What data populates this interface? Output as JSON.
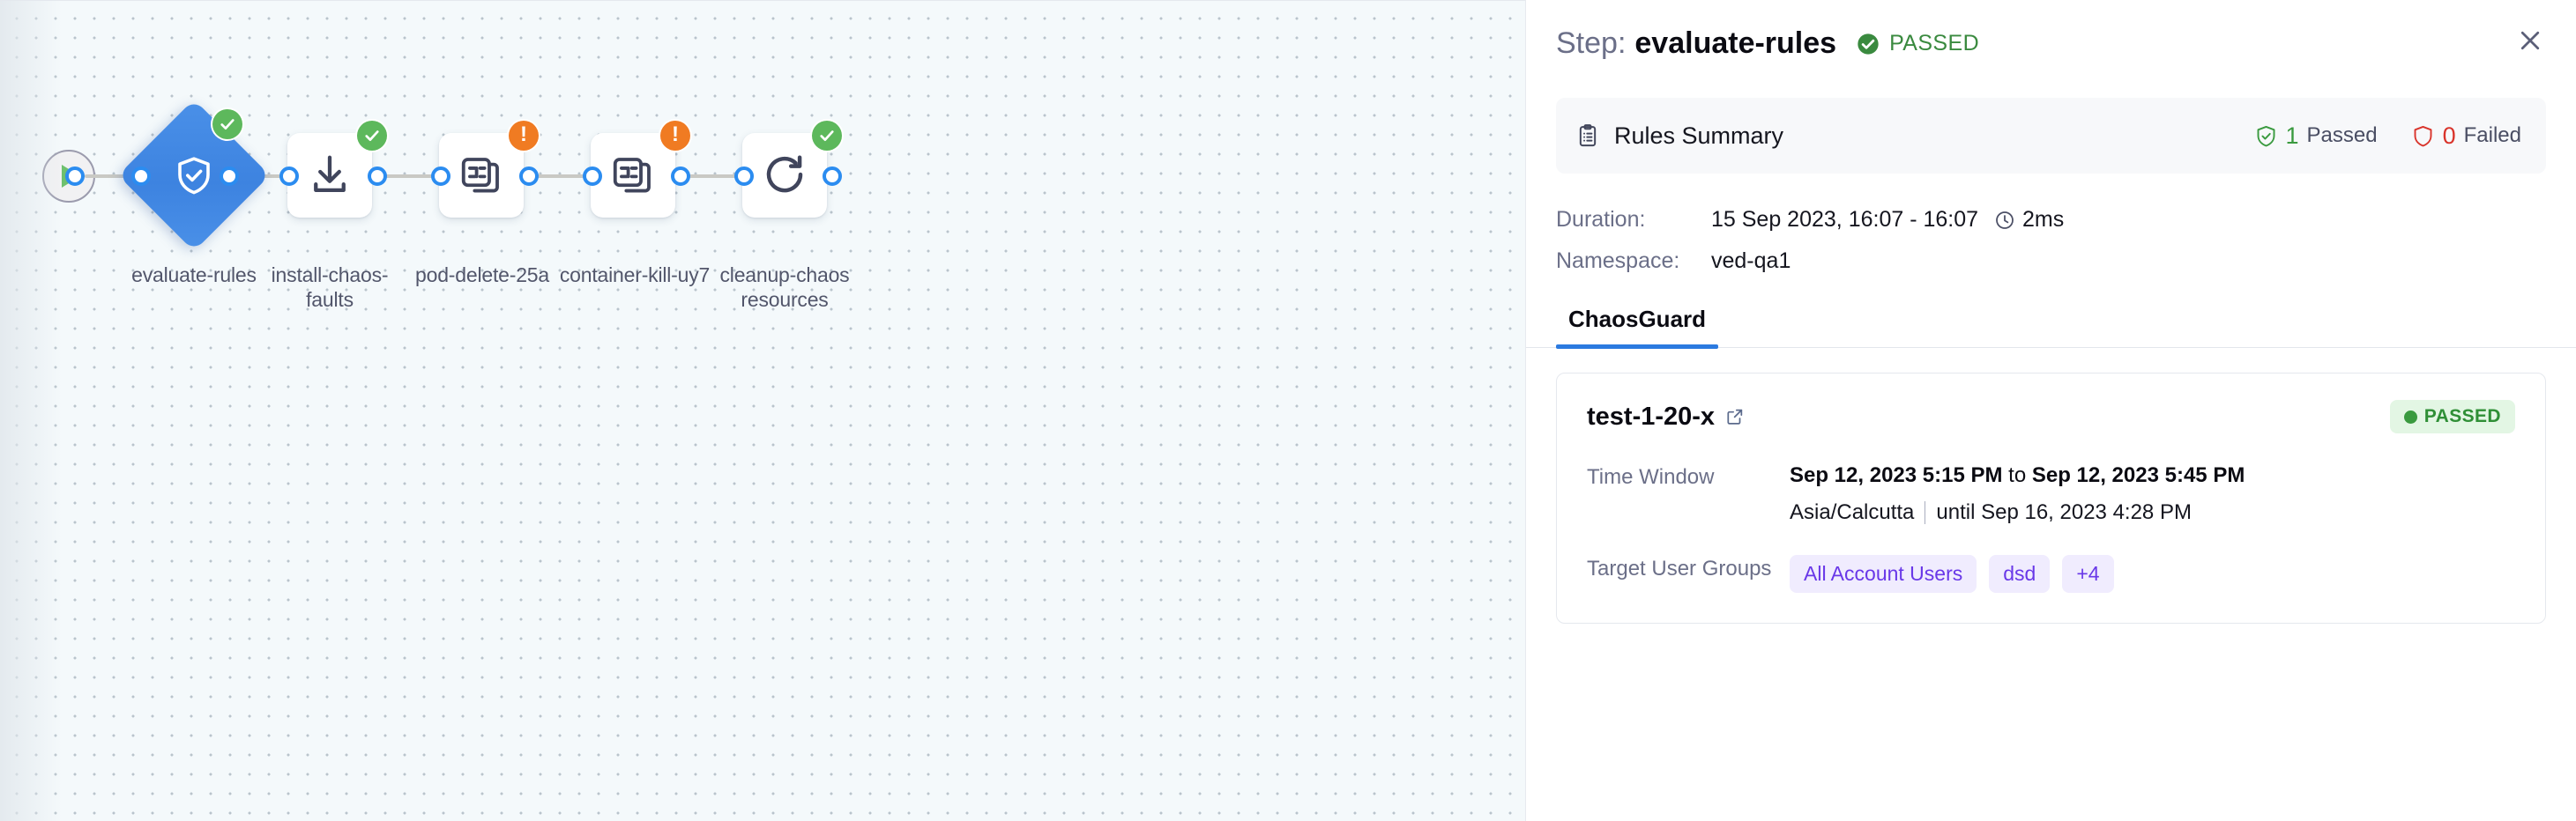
{
  "canvas": {
    "start_node": {
      "icon": "play-icon"
    },
    "nodes": [
      {
        "id": "evaluate-rules",
        "label": "evaluate-rules",
        "shape": "diamond",
        "icon": "shield-check-icon",
        "status": "success",
        "selected": true
      },
      {
        "id": "install-chaos-faults",
        "label": "install-chaos-\nfaults",
        "shape": "square",
        "icon": "download-icon",
        "status": "success",
        "selected": false
      },
      {
        "id": "pod-delete-25a",
        "label": "pod-delete-25a",
        "shape": "square",
        "icon": "chaos-experiment-icon",
        "status": "warning",
        "selected": false
      },
      {
        "id": "container-kill-uy7",
        "label": "container-kill-uy7",
        "shape": "square",
        "icon": "chaos-experiment-icon",
        "status": "warning",
        "selected": false
      },
      {
        "id": "cleanup-chaos-resources",
        "label": "cleanup-chaos\nresources",
        "shape": "square",
        "icon": "refresh-icon",
        "status": "success",
        "selected": false
      }
    ]
  },
  "panel": {
    "title_prefix": "Step:",
    "title_name": "evaluate-rules",
    "status_text": "PASSED",
    "status_icon": "circle-check-icon",
    "close_icon": "close-icon",
    "rules_summary": {
      "icon": "clipboard-icon",
      "title": "Rules Summary",
      "passed_count": "1",
      "passed_label": "Passed",
      "failed_count": "0",
      "failed_label": "Failed",
      "passed_icon": "shield-check-icon",
      "failed_icon": "shield-icon"
    },
    "meta": [
      {
        "label": "Duration:",
        "value": "15 Sep 2023, 16:07 - 16:07",
        "icon": "clock-icon",
        "extra": "2ms"
      },
      {
        "label": "Namespace:",
        "value": "ved-qa1",
        "icon": "",
        "extra": ""
      }
    ],
    "tabs": [
      {
        "label": "ChaosGuard",
        "active": true
      }
    ],
    "detail_card": {
      "name": "test-1-20-x",
      "external_link_icon": "external-link-icon",
      "status_pill": "PASSED",
      "rows": [
        {
          "key": "Time Window",
          "value_bold_1": "Sep 12, 2023 5:15 PM",
          "value_plain": " to ",
          "value_bold_2": "Sep 12, 2023 5:45 PM",
          "sub_timezone": "Asia/Calcutta",
          "sub_until": "until Sep 16, 2023 4:28 PM"
        }
      ],
      "target_key": "Target User Groups",
      "target_chips": [
        "All Account Users",
        "dsd",
        "+4"
      ]
    }
  },
  "colors": {
    "accent": "#2b7ae0",
    "success": "#5db85c",
    "warning": "#f07b22",
    "fail": "#d9342b",
    "chip": "#6938e8",
    "canvas_bg": "#f4f9fb"
  }
}
